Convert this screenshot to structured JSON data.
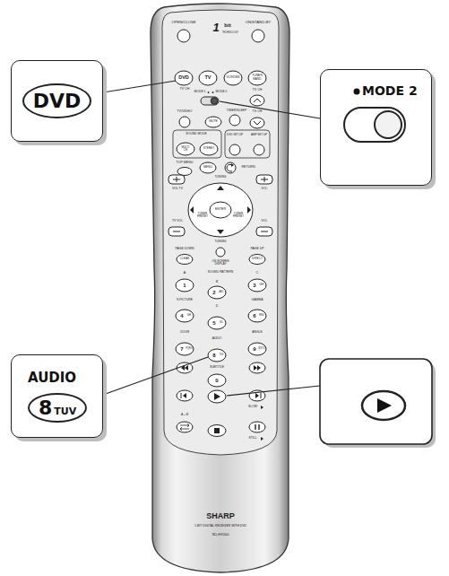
{
  "diagram": {
    "nodes": [
      {
        "text": [
          "DVD"
        ]
      },
      {
        "text": [
          "MODE 2"
        ]
      },
      {
        "text": [
          "AUDIO",
          "8",
          "TUV"
        ]
      }
    ],
    "labels": [
      "OPEN/CLOSE",
      "1",
      "bit",
      "TECHNOLOGY",
      "ON/STAND-BY",
      "DVD",
      "TV",
      "VCR/DBS",
      "TUNER BAND",
      "TV CH",
      "MODE 1",
      "MODE 2",
      "TV CH",
      "TIMER/SLEEP",
      "TV/VIDEO",
      "MUTE",
      "TV CH",
      "SOUND MODE",
      "MULTI CH",
      "STEREO",
      "DVD SET UP",
      "AMP SET UP",
      "TOP MENU",
      "MENU",
      "RETURN",
      "VOL TV",
      "VOL",
      "TUNING",
      "TUNER PRESET",
      "ENTER",
      "TUNER PRESET",
      "TUNING",
      "TV VOL",
      "VOL",
      "PAGE DOWN",
      "PAGE UP",
      "CLEAR",
      "DIRECT",
      "ON SCREEN DISPLAY",
      "A",
      "SOUND PATTERN",
      "C",
      "B",
      "1",
      "2",
      "ABC",
      "3",
      "DEF",
      "S.PICTURE",
      "GAMMA",
      "D",
      "4",
      "GHI",
      "5",
      "JKL",
      "6",
      "MNO",
      "ZOOM",
      "ANGLE",
      "AUDIO",
      "7",
      "PQRS",
      "8",
      "TUV",
      "9",
      "WXYZ",
      "SUBTITLE",
      "0",
      "SLOW",
      "A↔B",
      "STILL",
      "SHARP",
      "1-BIT DIGITAL RECEIVER WITH DVD",
      "SD-HX500"
    ]
  }
}
